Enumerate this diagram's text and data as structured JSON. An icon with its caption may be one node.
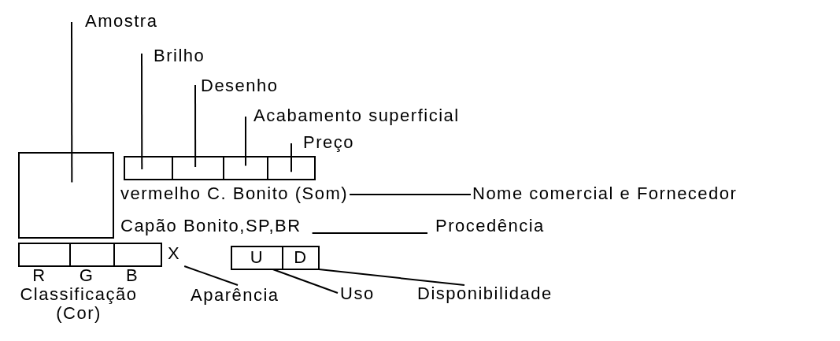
{
  "diagram": {
    "nodes": [
      {
        "text": [
          "Amostra"
        ]
      },
      {
        "text": [],
        "shape": "box"
      },
      {
        "text": [
          "Brilho"
        ]
      },
      {
        "text": [],
        "shape": "box"
      },
      {
        "text": [
          "Desenho"
        ]
      },
      {
        "text": [],
        "shape": "box"
      },
      {
        "text": [
          "Acabamento superficial"
        ]
      },
      {
        "text": [],
        "shape": "box"
      },
      {
        "text": [
          "Preço"
        ]
      },
      {
        "text": [],
        "shape": "box"
      },
      {
        "text": [
          "vermelho C. Bonito (Som)"
        ]
      },
      {
        "text": [
          "Nome comercial e Fornecedor"
        ]
      },
      {
        "text": [
          "Capão Bonito,SP,BR"
        ]
      },
      {
        "text": [
          "Procedência"
        ]
      },
      {
        "text": [],
        "shape": "box"
      },
      {
        "text": [],
        "shape": "box"
      },
      {
        "text": [],
        "shape": "box"
      },
      {
        "text": [
          "X"
        ]
      },
      {
        "text": [
          "Aparência"
        ]
      },
      {
        "text": [
          "U"
        ]
      },
      {
        "text": [
          "D"
        ]
      },
      {
        "text": [
          "Uso"
        ]
      },
      {
        "text": [
          "Disponibilidade"
        ]
      }
    ],
    "edges": [
      {
        "from": 0,
        "to": 1,
        "arrow": "none"
      },
      {
        "from": 2,
        "to": 3,
        "arrow": "none"
      },
      {
        "from": 4,
        "to": 5,
        "arrow": "none"
      },
      {
        "from": 6,
        "to": 7,
        "arrow": "none"
      },
      {
        "from": 8,
        "to": 9,
        "arrow": "none"
      },
      {
        "from": 10,
        "to": 11,
        "arrow": "none"
      },
      {
        "from": 12,
        "to": 13,
        "arrow": "none"
      },
      {
        "from": 18,
        "to": 17,
        "arrow": "none"
      },
      {
        "from": 21,
        "to": 19,
        "arrow": "none"
      },
      {
        "from": 22,
        "to": 20,
        "arrow": "none"
      }
    ],
    "labels": [
      "R",
      "G",
      "B",
      "Classificação (Cor)"
    ]
  }
}
